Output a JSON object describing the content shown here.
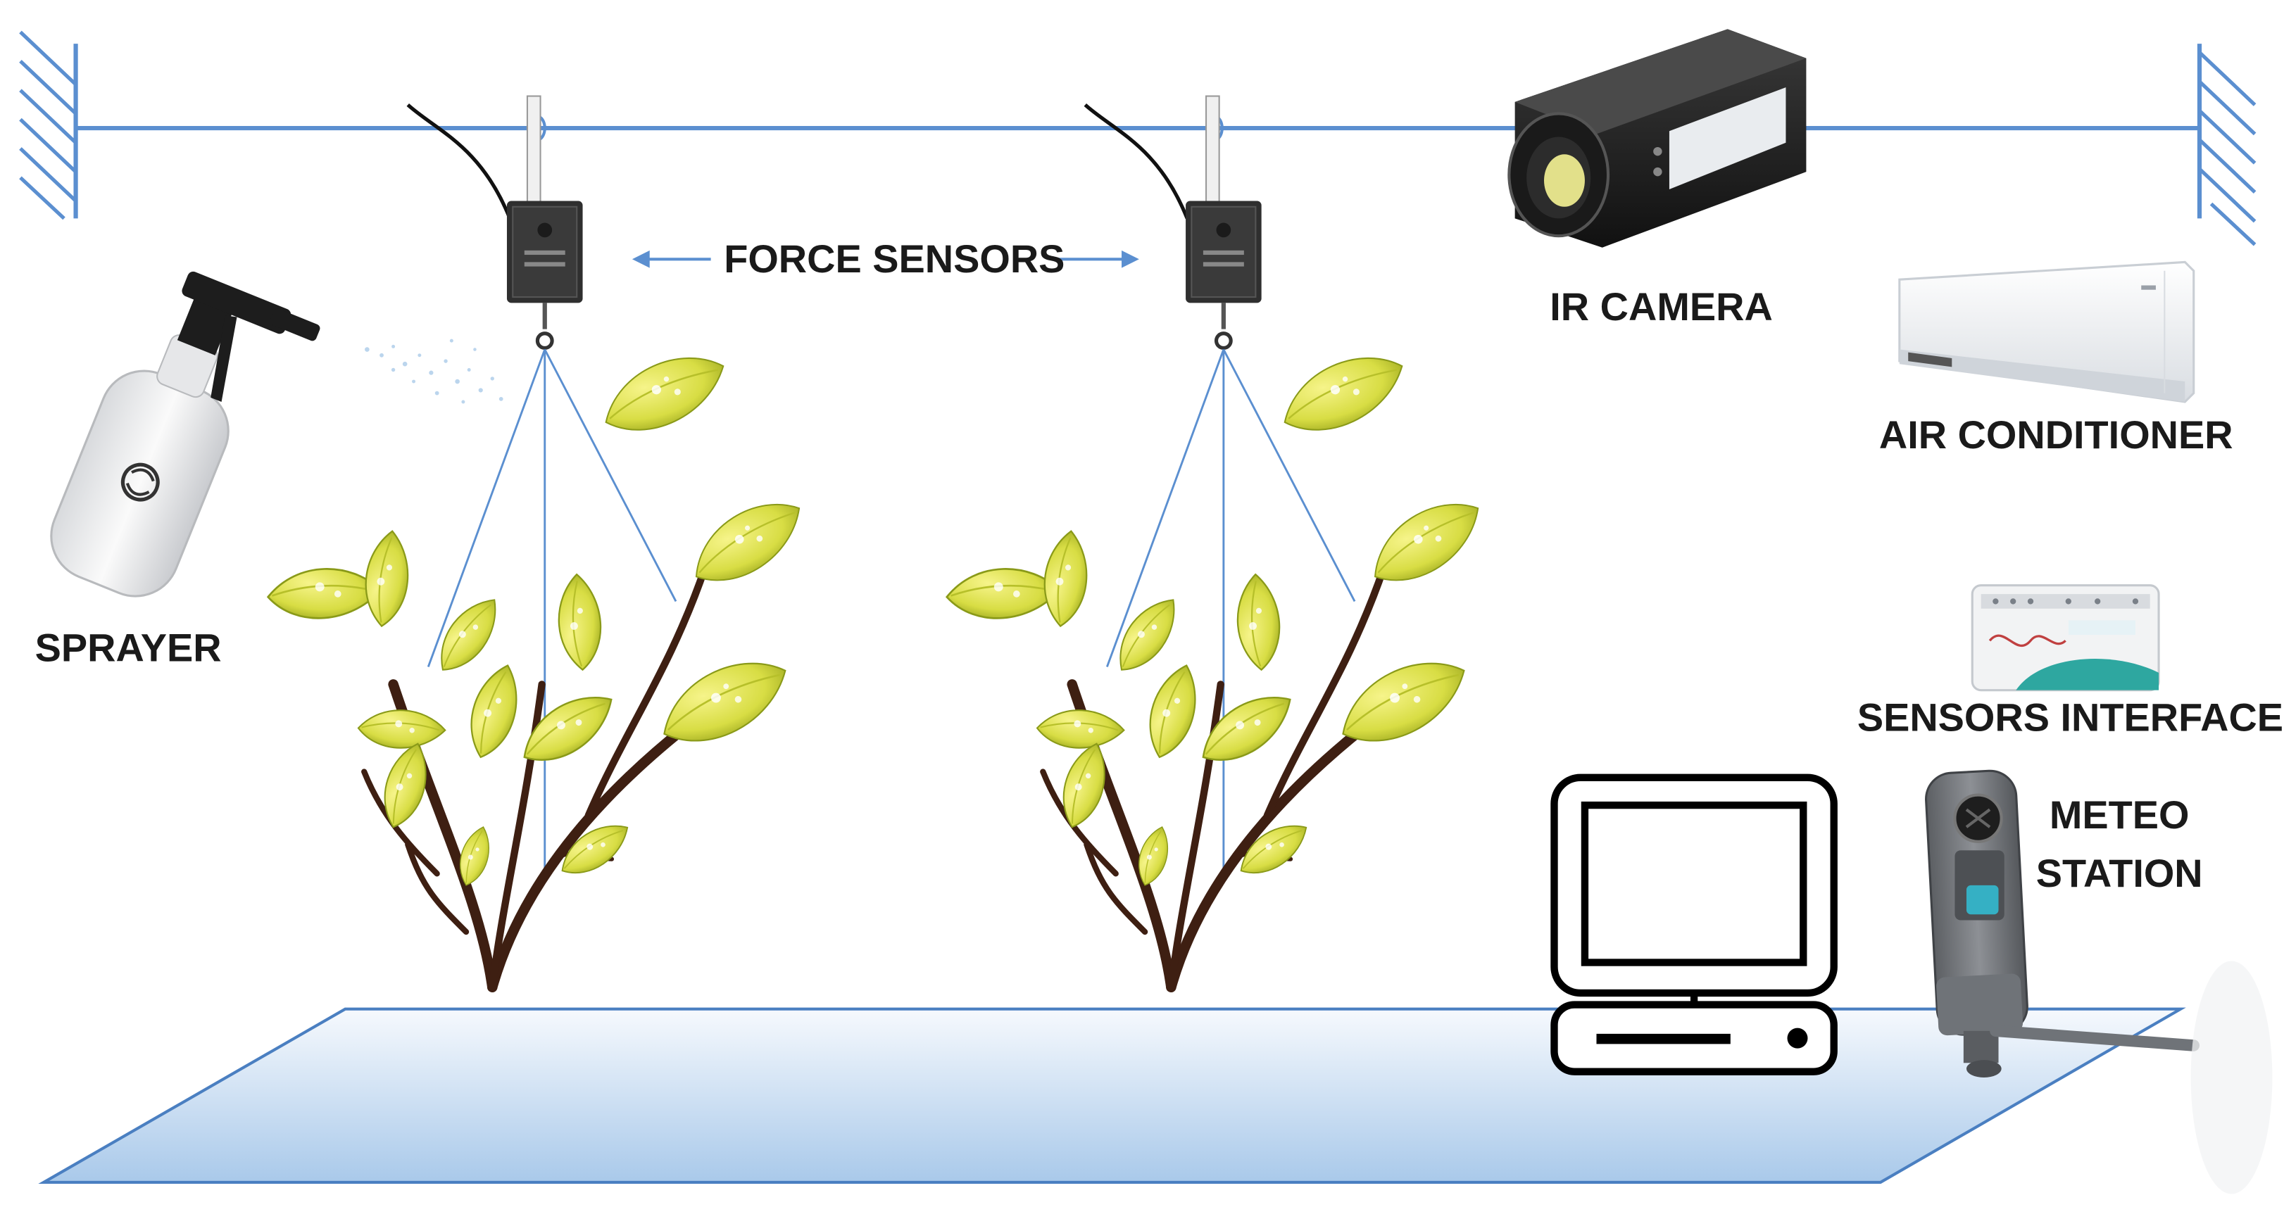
{
  "labels": {
    "force_sensors": "FORCE SENSORS",
    "ir_camera": "IR CAMERA",
    "air_conditioner": "AIR CONDITIONER",
    "sprayer": "SPRAYER",
    "sensors_interface": "SENSORS INTERFACE",
    "meteo_station_line1": "METEO",
    "meteo_station_line2": "STATION"
  },
  "colors": {
    "cable": "#5b8fd0",
    "floor_edge": "#4a7fc1",
    "floor_fill_top": "#f4f8fd",
    "floor_fill_bottom": "#a9c9ea",
    "leaf_light": "#e8ec6a",
    "leaf_dark": "#9aa51c",
    "stem": "#3e1f12",
    "sensor_body": "#2c2c2c",
    "text": "#1a1a1a"
  },
  "icons": [
    "sprayer-icon",
    "force-sensor-icon",
    "ir-camera-icon",
    "air-conditioner-icon",
    "sensors-interface-icon",
    "computer-icon",
    "meteo-station-icon",
    "plant-icon",
    "wall-mount-icon"
  ]
}
